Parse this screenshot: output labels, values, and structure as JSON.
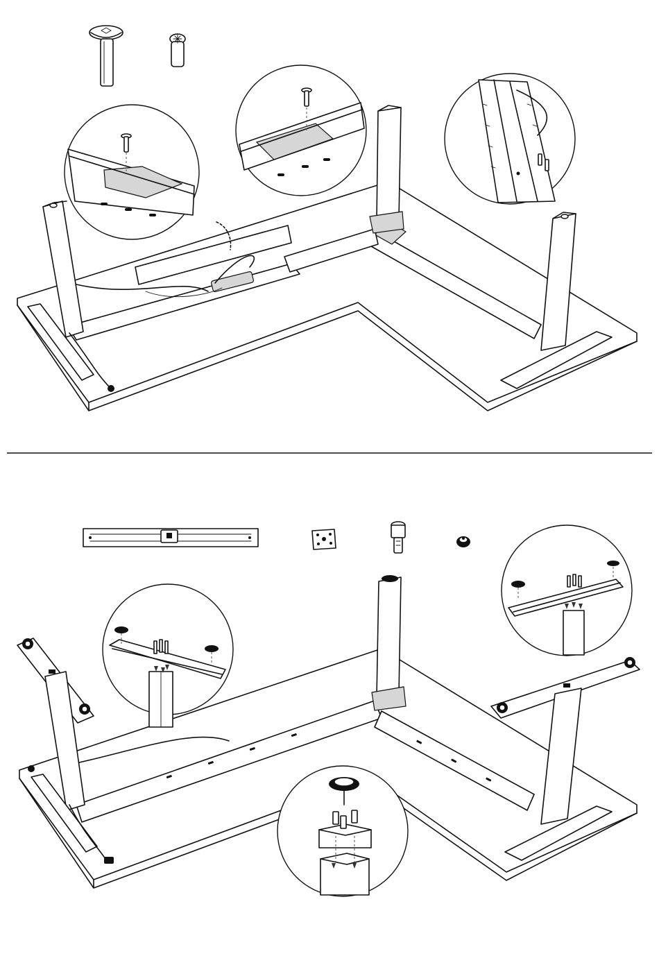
{
  "document": {
    "type": "assembly-instructions",
    "steps": [
      {
        "parts": [
          "bolt-long",
          "bolt-short"
        ],
        "callouts": [
          "crossbar-screw-detail-left",
          "crossbar-screw-detail-center",
          "cable-channel-detail"
        ]
      },
      {
        "parts": [
          "foot-bar",
          "mounting-plate",
          "hex-screw",
          "leveling-foot"
        ],
        "callouts": [
          "foot-mount-detail-left",
          "foot-mount-detail-right",
          "leveling-foot-detail"
        ]
      }
    ]
  },
  "colors": {
    "line": "#111111",
    "background": "#ffffff",
    "shade": "#d6d6d6"
  }
}
